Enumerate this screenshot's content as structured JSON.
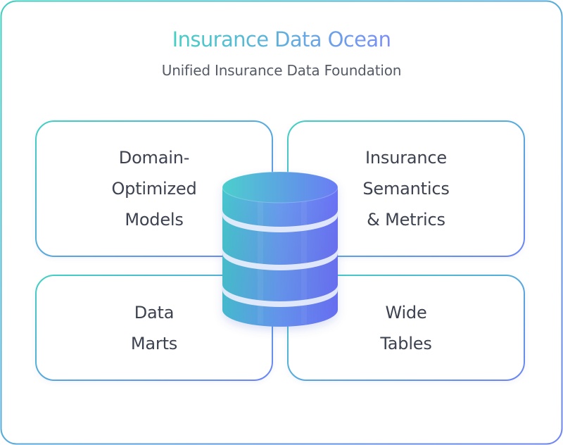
{
  "header": {
    "title": "Insurance Data Ocean",
    "subtitle": "Unified Insurance Data Foundation"
  },
  "cards": [
    {
      "id": "domain-optimized-models",
      "lines": [
        "Domain-",
        "Optimized",
        "Models"
      ]
    },
    {
      "id": "insurance-semantics-metrics",
      "lines": [
        "Insurance",
        "Semantics",
        "& Metrics"
      ]
    },
    {
      "id": "data-marts",
      "lines": [
        "Data",
        "Marts"
      ]
    },
    {
      "id": "wide-tables",
      "lines": [
        "Wide",
        "Tables"
      ]
    }
  ],
  "center_icon": "database-cylinder-icon",
  "colors": {
    "accent_teal": "#3ecfc0",
    "accent_blue": "#6b7ff6",
    "text_dark": "#3d4250",
    "text_muted": "#555b66"
  }
}
